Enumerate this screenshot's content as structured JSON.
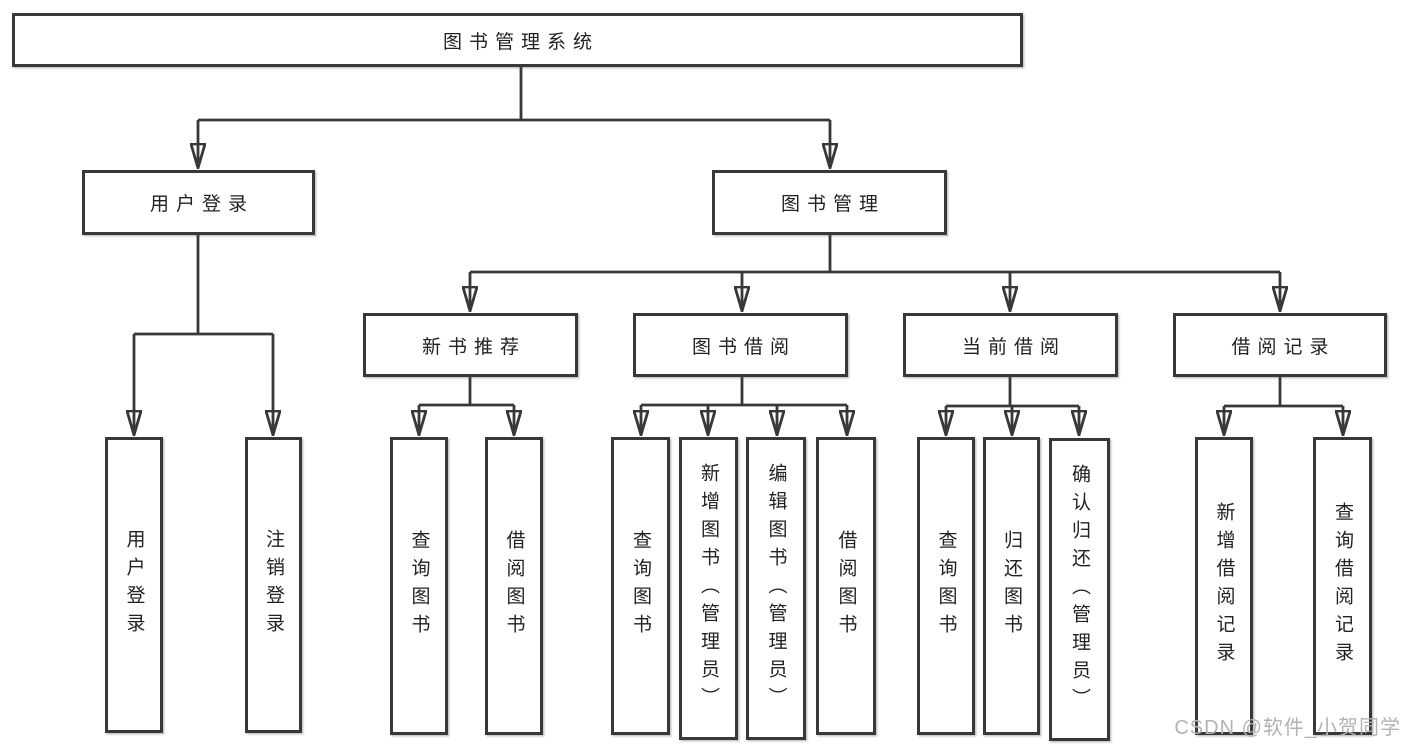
{
  "diagram": {
    "type": "tree",
    "root": {
      "label": "图书管理系统"
    },
    "level1": [
      {
        "id": "user-login",
        "label": "用户登录",
        "parent": "图书管理系统"
      },
      {
        "id": "book-management",
        "label": "图书管理",
        "parent": "图书管理系统"
      }
    ],
    "level2": [
      {
        "id": "new-book-recommend",
        "label": "新书推荐",
        "parent": "图书管理"
      },
      {
        "id": "book-borrow",
        "label": "图书借阅",
        "parent": "图书管理"
      },
      {
        "id": "current-borrow",
        "label": "当前借阅",
        "parent": "图书管理"
      },
      {
        "id": "borrow-records",
        "label": "借阅记录",
        "parent": "图书管理"
      }
    ],
    "leaves": [
      {
        "id": "leaf-user-login",
        "label": "用户登录",
        "parent": "用户登录"
      },
      {
        "id": "leaf-logout",
        "label": "注销登录",
        "parent": "用户登录"
      },
      {
        "id": "leaf-query-book-recommend",
        "label": "查询图书",
        "parent": "新书推荐"
      },
      {
        "id": "leaf-borrow-book-recommend",
        "label": "借阅图书",
        "parent": "新书推荐"
      },
      {
        "id": "leaf-query-book-borrow",
        "label": "查询图书",
        "parent": "图书借阅"
      },
      {
        "id": "leaf-add-book-admin",
        "label": "新增图书（管理员）",
        "parent": "图书借阅"
      },
      {
        "id": "leaf-edit-book-admin",
        "label": "编辑图书（管理员）",
        "parent": "图书借阅"
      },
      {
        "id": "leaf-borrow-book-2",
        "label": "借阅图书",
        "parent": "图书借阅"
      },
      {
        "id": "leaf-query-book-current",
        "label": "查询图书",
        "parent": "当前借阅"
      },
      {
        "id": "leaf-return-book",
        "label": "归还图书",
        "parent": "当前借阅"
      },
      {
        "id": "leaf-confirm-return-admin",
        "label": "确认归还（管理员）",
        "parent": "当前借阅"
      },
      {
        "id": "leaf-add-borrow-record",
        "label": "新增借阅记录",
        "parent": "借阅记录"
      },
      {
        "id": "leaf-query-borrow-record",
        "label": "查询借阅记录",
        "parent": "借阅记录"
      }
    ],
    "colors": {
      "line": "#383838",
      "box_border": "#383838",
      "text": "#222222",
      "background": "#ffffff",
      "watermark": "#b3b3b3"
    }
  },
  "watermark": {
    "text": "CSDN @软件_小贺同学"
  }
}
